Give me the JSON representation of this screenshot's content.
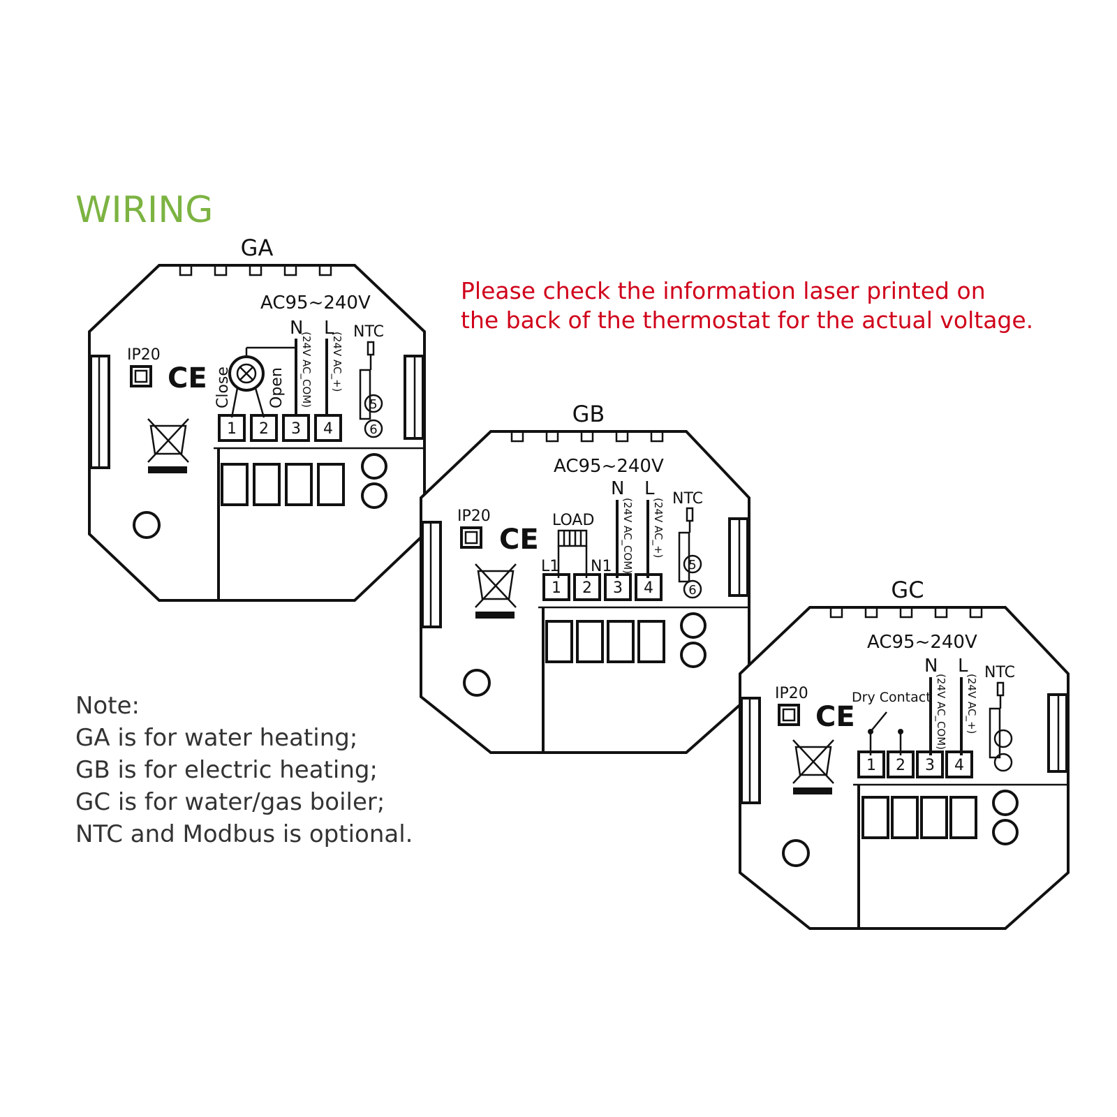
{
  "title": "WIRING",
  "warning": {
    "line1": "Please check the information laser printed on",
    "line2": "the back of the thermostat for the actual voltage."
  },
  "common": {
    "voltage": "AC95~240V",
    "ip": "IP20",
    "ce": "CE",
    "n": "N",
    "l": "L",
    "n_sub": "(24V AC_COM)",
    "l_sub": "(24V AC_+)",
    "ntc": "NTC",
    "ntc5": "5",
    "ntc6": "6",
    "terminals": [
      "1",
      "2",
      "3",
      "4"
    ]
  },
  "ga": {
    "label": "GA",
    "close": "Close",
    "open": "Open"
  },
  "gb": {
    "label": "GB",
    "load": "LOAD",
    "l1": "L1",
    "n1": "N1"
  },
  "gc": {
    "label": "GC",
    "dry_contact": "Dry Contact"
  },
  "note": {
    "heading": "Note:",
    "lines": [
      "GA is for water heating;",
      "GB is for electric heating;",
      "GC is for water/gas boiler;",
      "NTC and Modbus is optional."
    ]
  },
  "colors": {
    "title": "#7cb342",
    "warning": "#d0021b",
    "ink": "#111111",
    "note": "#333333"
  }
}
